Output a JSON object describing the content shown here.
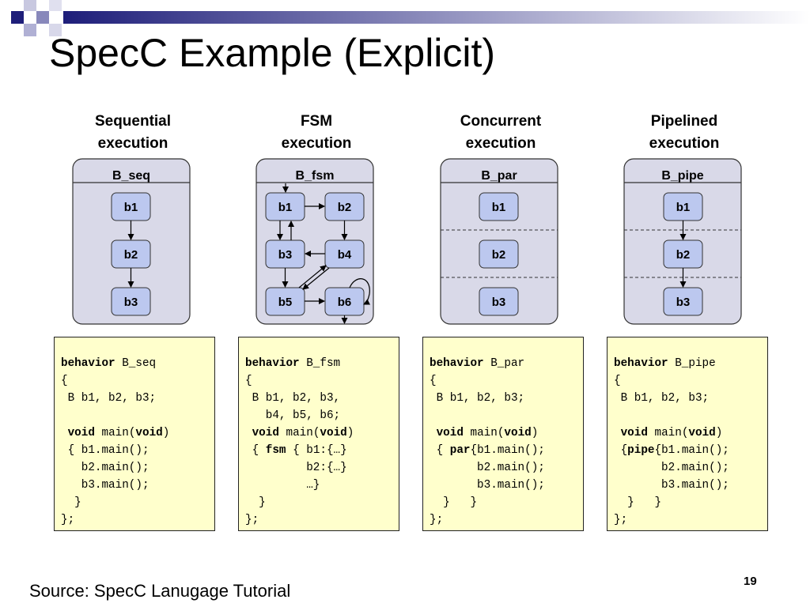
{
  "slide": {
    "title": "SpecC Example (Explicit)",
    "source": "Source: SpecC Lanugage Tutorial",
    "page_number": "19"
  },
  "columns": [
    {
      "heading": [
        "Sequential",
        "execution"
      ],
      "behavior_name": "B_seq",
      "blocks": [
        "b1",
        "b2",
        "b3"
      ]
    },
    {
      "heading": [
        "FSM",
        "execution"
      ],
      "behavior_name": "B_fsm",
      "blocks": [
        "b1",
        "b2",
        "b3",
        "b4",
        "b5",
        "b6"
      ]
    },
    {
      "heading": [
        "Concurrent",
        "execution"
      ],
      "behavior_name": "B_par",
      "blocks": [
        "b1",
        "b2",
        "b3"
      ]
    },
    {
      "heading": [
        "Pipelined",
        "execution"
      ],
      "behavior_name": "B_pipe",
      "blocks": [
        "b1",
        "b2",
        "b3"
      ]
    }
  ],
  "code": [
    [
      [
        {
          "t": "behavior",
          "b": true
        },
        {
          "t": " B_seq"
        }
      ],
      [
        {
          "t": "{"
        }
      ],
      [
        {
          "t": " B b1, b2, b3;"
        }
      ],
      [
        {
          "t": ""
        }
      ],
      [
        {
          "t": " "
        },
        {
          "t": "void",
          "b": true
        },
        {
          "t": " main("
        },
        {
          "t": "void",
          "b": true
        },
        {
          "t": ")"
        }
      ],
      [
        {
          "t": " { b1.main();"
        }
      ],
      [
        {
          "t": "   b2.main();"
        }
      ],
      [
        {
          "t": "   b3.main();"
        }
      ],
      [
        {
          "t": "  }"
        }
      ],
      [
        {
          "t": "};"
        }
      ]
    ],
    [
      [
        {
          "t": "behavior",
          "b": true
        },
        {
          "t": " B_fsm"
        }
      ],
      [
        {
          "t": "{"
        }
      ],
      [
        {
          "t": " B b1, b2, b3,"
        }
      ],
      [
        {
          "t": "   b4, b5, b6;"
        }
      ],
      [
        {
          "t": " "
        },
        {
          "t": "void",
          "b": true
        },
        {
          "t": " main("
        },
        {
          "t": "void",
          "b": true
        },
        {
          "t": ")"
        }
      ],
      [
        {
          "t": " { "
        },
        {
          "t": "fsm",
          "b": true
        },
        {
          "t": " { b1:{…}"
        }
      ],
      [
        {
          "t": "         b2:{…}"
        }
      ],
      [
        {
          "t": "         …}"
        }
      ],
      [
        {
          "t": "  }"
        }
      ],
      [
        {
          "t": "};"
        }
      ]
    ],
    [
      [
        {
          "t": "behavior",
          "b": true
        },
        {
          "t": " B_par"
        }
      ],
      [
        {
          "t": "{"
        }
      ],
      [
        {
          "t": " B b1, b2, b3;"
        }
      ],
      [
        {
          "t": ""
        }
      ],
      [
        {
          "t": " "
        },
        {
          "t": "void",
          "b": true
        },
        {
          "t": " main("
        },
        {
          "t": "void",
          "b": true
        },
        {
          "t": ")"
        }
      ],
      [
        {
          "t": " { "
        },
        {
          "t": "par",
          "b": true
        },
        {
          "t": "{b1.main();"
        }
      ],
      [
        {
          "t": "       b2.main();"
        }
      ],
      [
        {
          "t": "       b3.main();"
        }
      ],
      [
        {
          "t": "  }   }"
        }
      ],
      [
        {
          "t": "};"
        }
      ]
    ],
    [
      [
        {
          "t": "behavior",
          "b": true
        },
        {
          "t": " B_pipe"
        }
      ],
      [
        {
          "t": "{"
        }
      ],
      [
        {
          "t": " B b1, b2, b3;"
        }
      ],
      [
        {
          "t": ""
        }
      ],
      [
        {
          "t": " "
        },
        {
          "t": "void",
          "b": true
        },
        {
          "t": " main("
        },
        {
          "t": "void",
          "b": true
        },
        {
          "t": ")"
        }
      ],
      [
        {
          "t": " {"
        },
        {
          "t": "pipe",
          "b": true
        },
        {
          "t": "{b1.main();"
        }
      ],
      [
        {
          "t": "       b2.main();"
        }
      ],
      [
        {
          "t": "       b3.main();"
        }
      ],
      [
        {
          "t": "  }   }"
        }
      ],
      [
        {
          "t": "};"
        }
      ]
    ]
  ],
  "colors": {
    "container_fill": "#d9d9e8",
    "block_fill": "#bcc8ef",
    "code_fill": "#ffffcc",
    "accent": "#1e1e7a"
  }
}
